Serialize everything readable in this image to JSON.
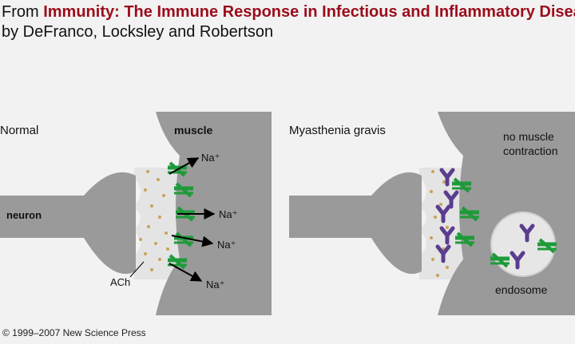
{
  "header": {
    "prefix": "From ",
    "title": "Immunity: The Immune Response in Infectious and Inflammatory Disease",
    "authors": "by DeFranco, Locksley and Robertson"
  },
  "left_panel": {
    "title": "Normal",
    "muscle_label": "muscle",
    "neuron_label": "neuron",
    "ach_label": "ACh",
    "ion_labels": [
      "Na⁺",
      "Na⁺",
      "Na⁺",
      "Na⁺"
    ]
  },
  "right_panel": {
    "title": "Myasthenia gravis",
    "note": [
      "no muscle",
      "contraction"
    ],
    "endosome_label": "endosome"
  },
  "footer": {
    "copyright": "© 1999–2007 New Science Press"
  },
  "colors": {
    "cell": "#9a9a9a",
    "cleft": "#e8e8e8",
    "vesicle_dot": "#c8a25a",
    "receptor": "#1f9a3a",
    "antibody": "#5a3d8f",
    "arrow": "#000000"
  }
}
